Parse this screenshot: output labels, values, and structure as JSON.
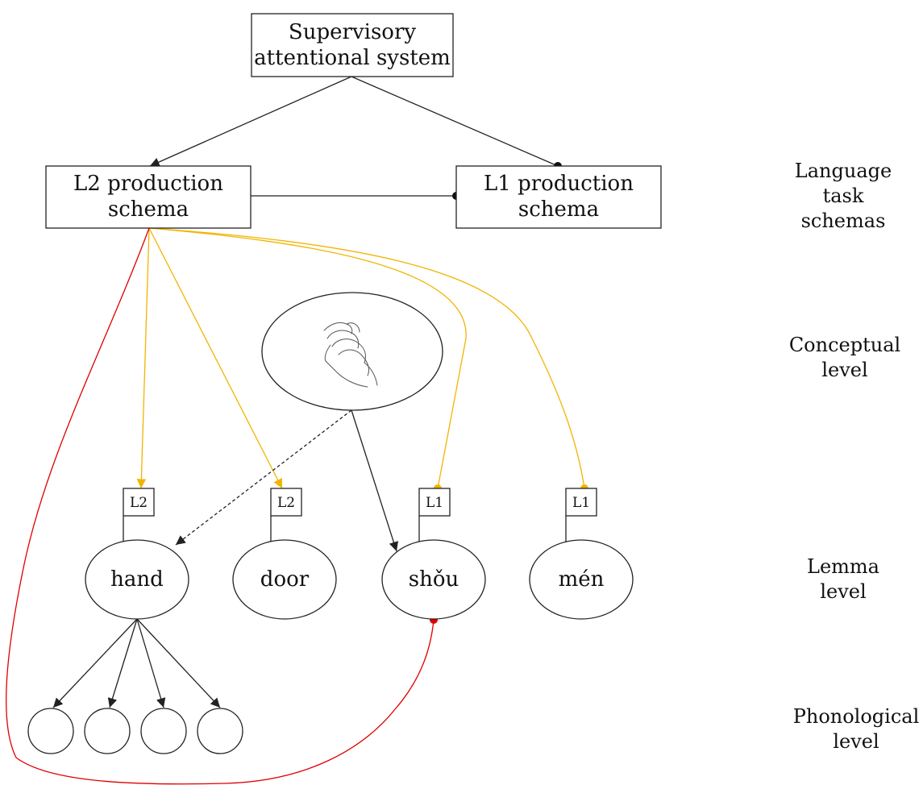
{
  "nodes": {
    "sas": {
      "line1": "Supervisory",
      "line2": "attentional system"
    },
    "l2_schema": {
      "line1": "L2 production",
      "line2": "schema"
    },
    "l1_schema": {
      "line1": "L1 production",
      "line2": "schema"
    }
  },
  "lemmas": [
    "hand",
    "door",
    "shǒu",
    "mén"
  ],
  "tags": [
    "L2",
    "L2",
    "L1",
    "L1"
  ],
  "levels": {
    "task": [
      "Language",
      "task",
      "schemas"
    ],
    "conceptual": [
      "Conceptual",
      "level"
    ],
    "lemma": [
      "Lemma",
      "level"
    ],
    "phonological": [
      "Phonological",
      "level"
    ]
  },
  "colors": {
    "activation": "#f2b400",
    "inhibition_red": "#e00000",
    "line": "#222222"
  },
  "icons": {
    "concept": "hand-icon"
  }
}
